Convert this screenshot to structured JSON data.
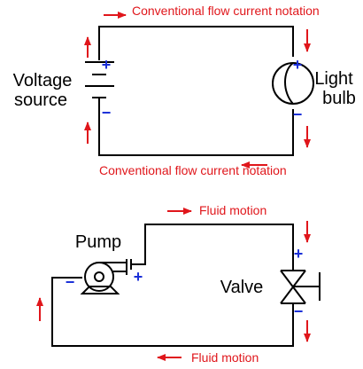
{
  "colors": {
    "arrow": "#e0161b",
    "polarity": "#1a2fd8",
    "wire": "#000000"
  },
  "top_circuit": {
    "flow_label_top": "Conventional flow current notation",
    "flow_label_bottom": "Conventional flow current notation",
    "source_label_line1": "Voltage",
    "source_label_line2": "source",
    "load_label_line1": "Light",
    "load_label_line2": "bulb",
    "source_plus": "+",
    "source_minus": "−",
    "load_plus": "+",
    "load_minus": "−"
  },
  "bottom_circuit": {
    "flow_label_top": "Fluid motion",
    "flow_label_bottom": "Fluid motion",
    "pump_label": "Pump",
    "valve_label": "Valve",
    "pump_minus": "−",
    "pump_plus": "+",
    "valve_plus": "+",
    "valve_minus": "−"
  }
}
